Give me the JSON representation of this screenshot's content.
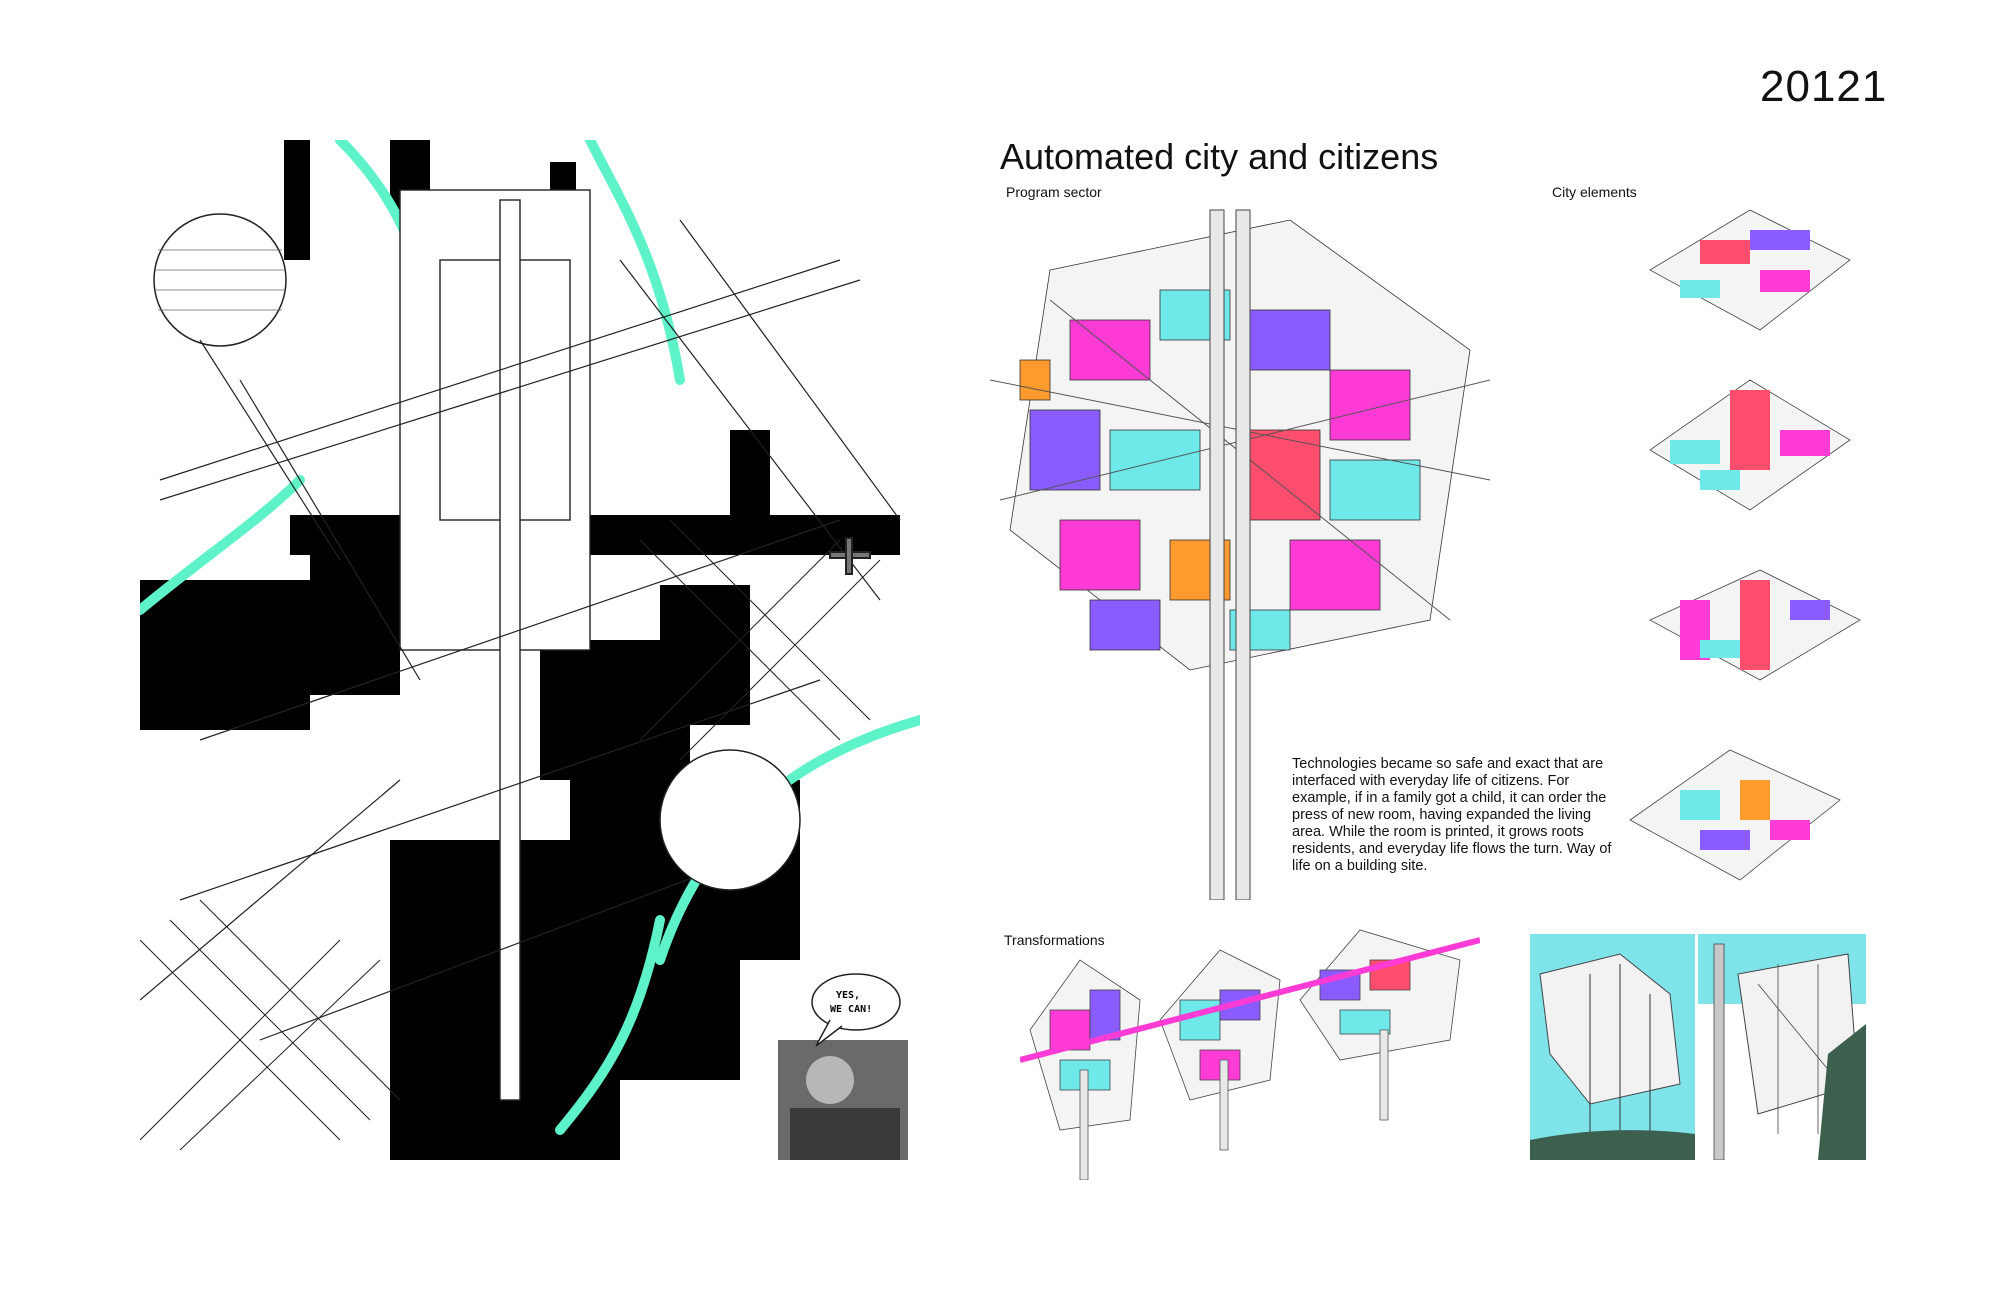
{
  "entry_number": "20121",
  "title": "Automated city and citizens",
  "labels": {
    "program_sector": "Program sector",
    "city_elements": "City elements",
    "transformations": "Transformations"
  },
  "description": "Technologies became so safe and exact that are interfaced with everyday life of citizens. For example, if in a family got a child, it can order the press of new room, having expanded the living area. While the room is printed, it grows roots residents, and everyday life flows the turn. Way of life on a building site.",
  "speech_bubble": [
    "YES,",
    "WE CAN!"
  ],
  "colors": {
    "mint": "#5ef2c8",
    "magenta": "#ff3bd6",
    "cyan": "#6ee8e8",
    "violet": "#8a5cff",
    "coral": "#ff4d6d",
    "orange": "#ff9a2e",
    "sky": "#7fe3ea",
    "ground": "#3c5f4e"
  }
}
